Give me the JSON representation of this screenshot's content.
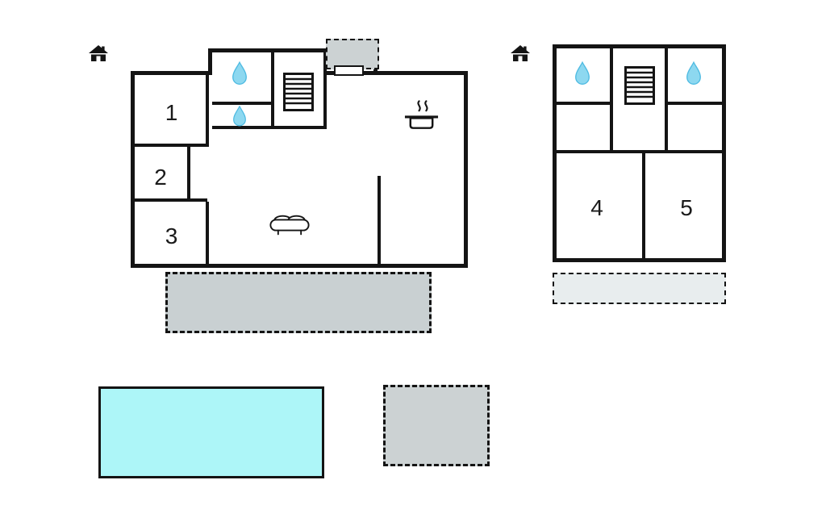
{
  "colors": {
    "background": "#ffffff",
    "wall": "#141414",
    "terrace_fill": "#c9d0d2",
    "porch_fill": "#ccd2d3",
    "balcony_fill": "#e8edee",
    "pool_fill": "#adf6f8",
    "patio_fill": "#ccd2d3",
    "drop_fill": "#8dd8f0",
    "drop_stroke": "#4fbbe2"
  },
  "ground_floor": {
    "rooms": [
      {
        "label": "1"
      },
      {
        "label": "2"
      },
      {
        "label": "3"
      }
    ],
    "icons": [
      "house-icon",
      "water-drop-icon",
      "water-drop-icon",
      "stairs-icon",
      "cooking-pot-icon",
      "sofa-icon"
    ],
    "areas": [
      "terrace",
      "entrance-porch",
      "entrance-door"
    ]
  },
  "upper_floor": {
    "rooms": [
      {
        "label": "4"
      },
      {
        "label": "5"
      }
    ],
    "icons": [
      "house-icon",
      "water-drop-icon",
      "stairs-icon",
      "water-drop-icon"
    ],
    "areas": [
      "balcony"
    ]
  },
  "outdoor": {
    "areas": [
      "swimming-pool",
      "patio"
    ]
  }
}
